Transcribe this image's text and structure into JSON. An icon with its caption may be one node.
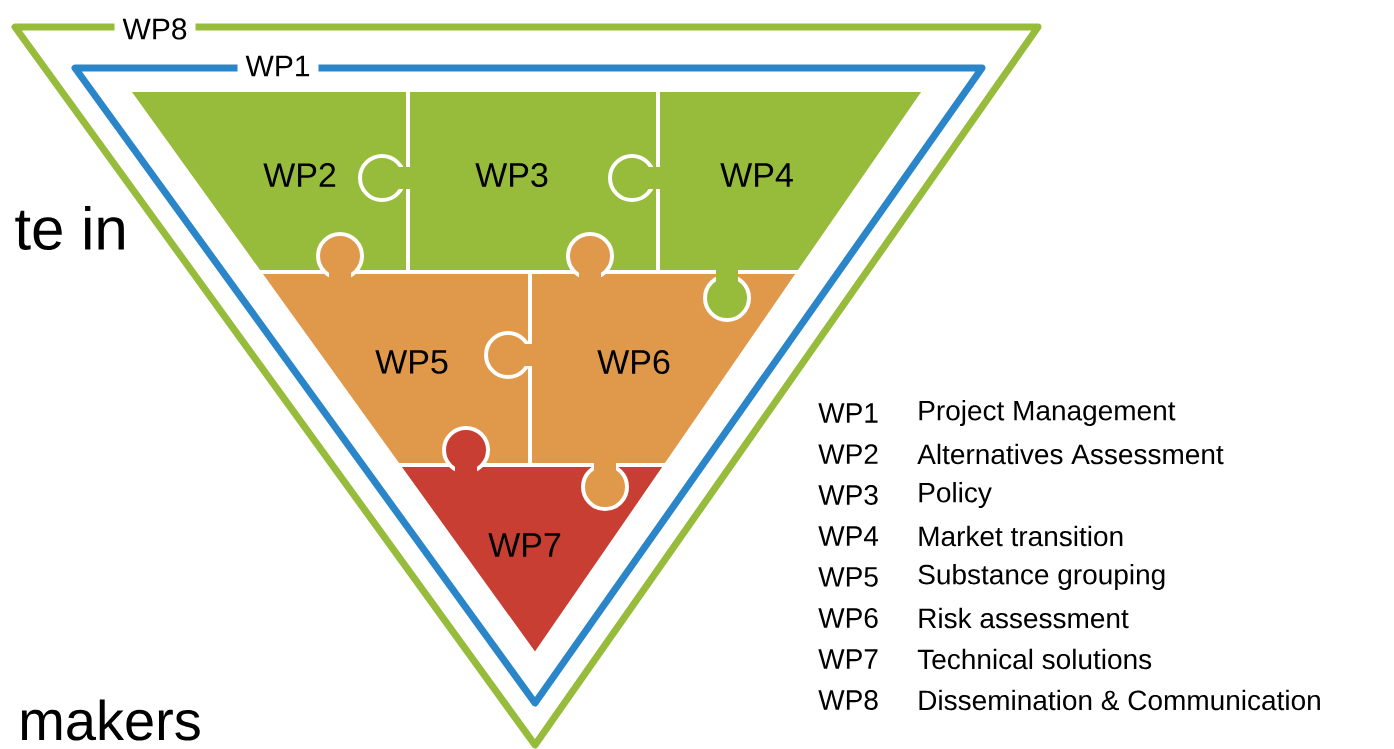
{
  "diagram": {
    "nodes": [
      {
        "text": [
          "WP8"
        ]
      },
      {
        "text": [
          "WP1"
        ],
        "in": 0
      },
      {
        "text": [
          "WP2"
        ],
        "in": 1
      },
      {
        "text": [
          "WP3"
        ],
        "in": 1
      },
      {
        "text": [
          "WP4"
        ],
        "in": 1
      },
      {
        "text": [
          "WP5"
        ],
        "in": 1
      },
      {
        "text": [
          "WP6"
        ],
        "in": 1
      },
      {
        "text": [
          "WP7"
        ],
        "in": 1
      }
    ],
    "labels": [
      "te in",
      "makers",
      "WP1",
      "Project Management",
      "WP2",
      "Alternatives Assessment",
      "WP3",
      "Policy",
      "WP4",
      "Market transition",
      "WP5",
      "Substance grouping",
      "WP6",
      "Risk assessment",
      "WP7",
      "Technical solutions",
      "WP8",
      "Dissemination & Communication"
    ]
  }
}
